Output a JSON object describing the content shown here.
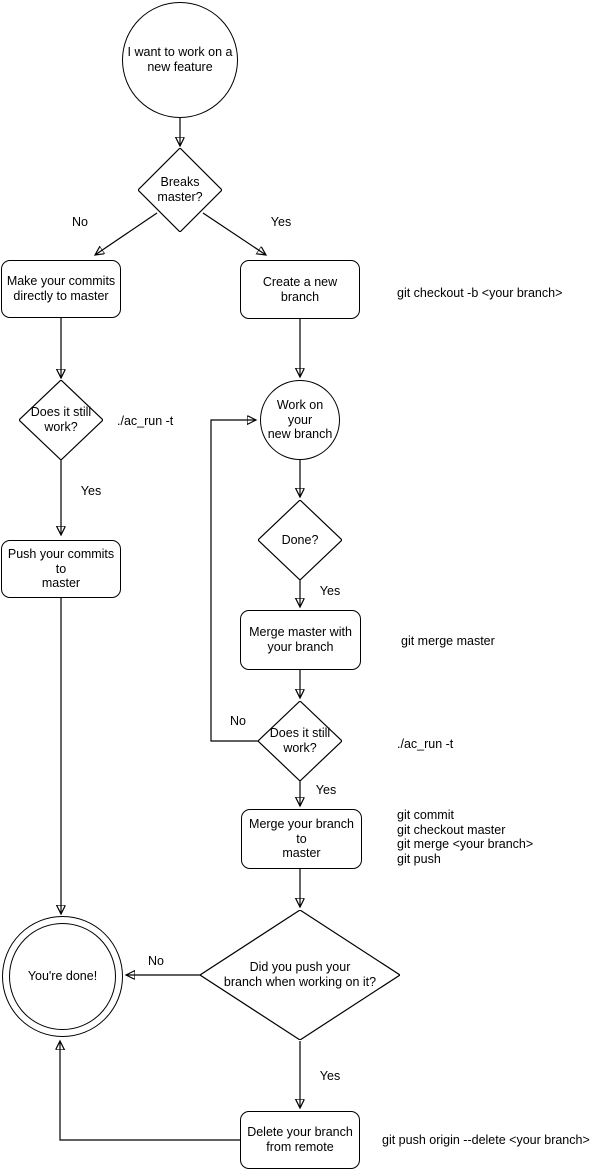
{
  "diagram": {
    "description": "Git feature workflow flowchart",
    "colors": {
      "stroke": "#000000",
      "fill": "#ffffff",
      "text": "#000000"
    }
  },
  "nodes": {
    "start": {
      "label": "I want to work on a\nnew feature"
    },
    "breaks_master": {
      "label": "Breaks\nmaster?"
    },
    "make_commits": {
      "label": "Make your commits\ndirectly to master"
    },
    "create_branch": {
      "label": "Create a new branch"
    },
    "does_work_left": {
      "label": "Does it still\nwork?"
    },
    "push_commits": {
      "label": "Push your commits to\nmaster"
    },
    "work_branch": {
      "label": "Work on your\nnew branch"
    },
    "done_check": {
      "label": "Done?"
    },
    "merge_master": {
      "label": "Merge master with\nyour branch"
    },
    "does_work_right": {
      "label": "Does it still\nwork?"
    },
    "merge_branch": {
      "label": "Merge your branch to\nmaster"
    },
    "did_push": {
      "label": "Did you push your\nbranch when working on it?"
    },
    "youre_done": {
      "label": "You're done!"
    },
    "delete_branch": {
      "label": "Delete your branch\nfrom remote"
    }
  },
  "edge_labels": {
    "no_top": "No",
    "yes_top": "Yes",
    "yes_left": "Yes",
    "yes_done": "Yes",
    "no_loop": "No",
    "yes_work": "Yes",
    "no_push": "No",
    "yes_push": "Yes"
  },
  "annotations": {
    "checkout_branch": "git checkout -b <your branch>",
    "ac_run_left": "./ac_run -t",
    "merge_master_cmd": "git merge master",
    "ac_run_right": "./ac_run -t",
    "merge_branch_cmds": "git commit\ngit checkout master\ngit merge <your branch>\ngit push",
    "delete_remote_cmd": "git push origin --delete <your branch>"
  }
}
